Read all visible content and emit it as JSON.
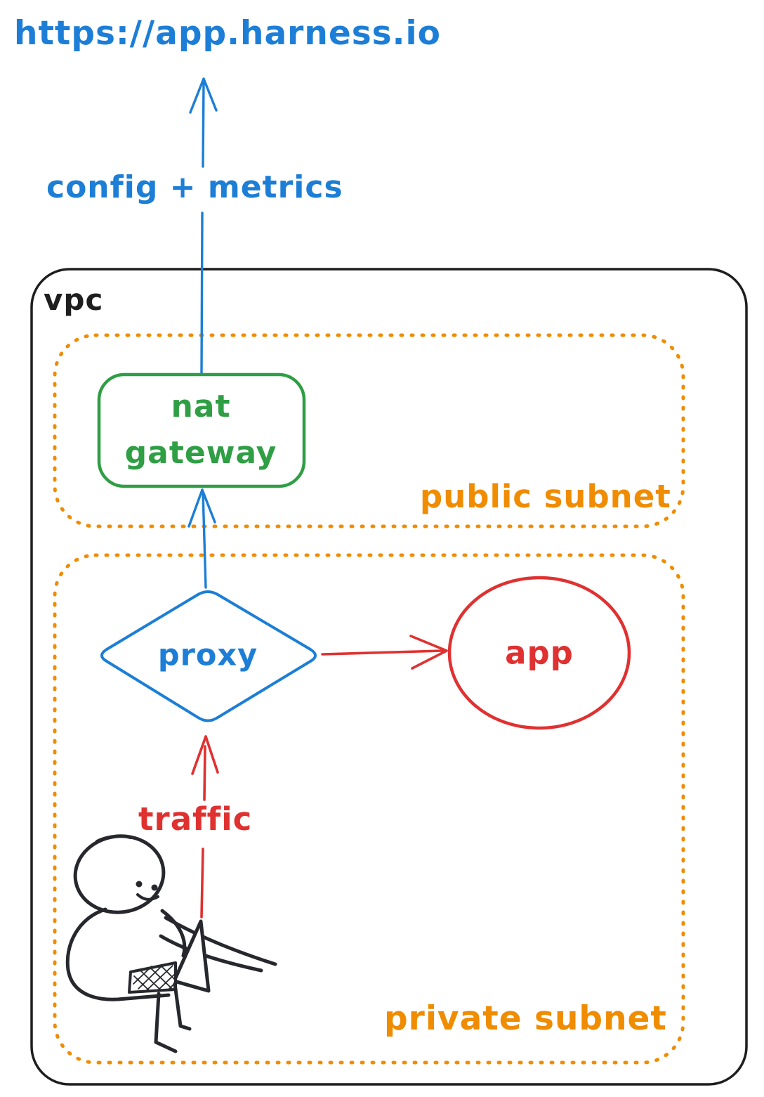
{
  "diagram": {
    "external_url_label": "https://app.harness.io",
    "config_metrics_arrow_label": "config + metrics",
    "vpc": {
      "label": "vpc"
    },
    "public_subnet": {
      "label": "public subnet",
      "nat_gateway": {
        "label_line1": "nat",
        "label_line2": "gateway"
      }
    },
    "private_subnet": {
      "label": "private subnet",
      "proxy": {
        "label": "proxy"
      },
      "app": {
        "label": "app"
      },
      "traffic_arrow_label": "traffic"
    },
    "figures": {
      "user": "person-sitting-with-laptop"
    },
    "colors": {
      "blue": "#1c7ed6",
      "green": "#2f9e44",
      "orange": "#f08c00",
      "red": "#e03131",
      "ink": "#1e1e1e",
      "sketch_black": "#26282d"
    }
  }
}
